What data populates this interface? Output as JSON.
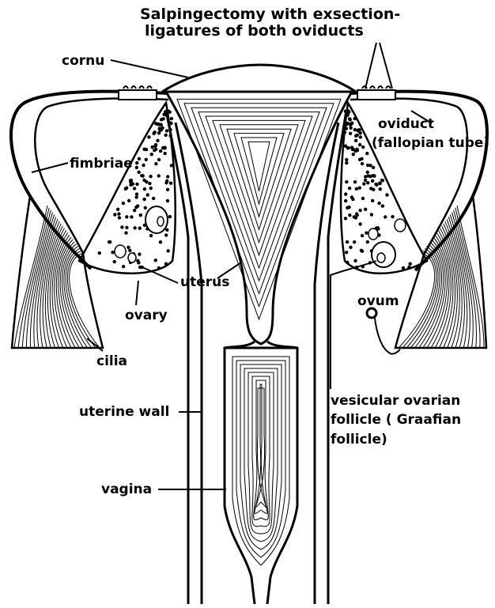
{
  "title": {
    "line1": "Salpingectomy with exsection-",
    "line2": "ligatures of both oviducts"
  },
  "labels": {
    "cornu": "cornu",
    "oviduct": "oviduct",
    "fallopian_tube": "(fallopian tube)",
    "fimbriae": "fimbriae",
    "uterus": "uterus",
    "ovary": "ovary",
    "ovum": "ovum",
    "cilia": "cilia",
    "vesicular_1": "vesicular ovarian",
    "vesicular_2": "follicle ( Graafian",
    "vesicular_3": "follicle)",
    "uterine_wall": "uterine wall",
    "vagina": "vagina"
  },
  "colors": {
    "ink": "#000000",
    "paper": "#ffffff"
  }
}
